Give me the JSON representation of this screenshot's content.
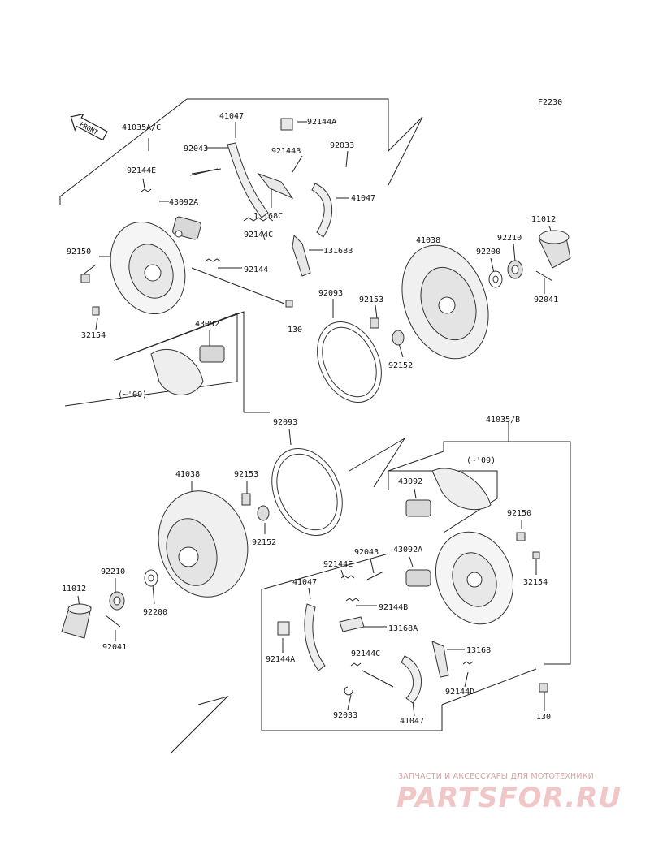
{
  "diagram": {
    "figure_code": "F2230",
    "front_label": "FRONT",
    "upper_group": {
      "assembly": "41035A/C",
      "version_note": "(~'09)",
      "labels": [
        "41047",
        "92144A",
        "92043",
        "92144B",
        "92033",
        "92144E",
        "41047",
        "43092A",
        "13168C",
        "92144C",
        "13168B",
        "92150",
        "92144",
        "92093",
        "92153",
        "130",
        "32154",
        "43092",
        "41038",
        "92200",
        "92210",
        "11012",
        "92041",
        "92152"
      ]
    },
    "lower_group": {
      "assembly": "41035/B",
      "version_note": "(~'09)",
      "labels": [
        "92093",
        "41038",
        "92153",
        "92152",
        "43092",
        "92150",
        "32154",
        "43092A",
        "92043",
        "92144E",
        "41047",
        "92144B",
        "13168A",
        "92144A",
        "92144C",
        "13168",
        "92144D",
        "92033",
        "41047",
        "130",
        "92210",
        "92200",
        "11012",
        "92041"
      ]
    }
  },
  "watermark": {
    "tagline": "ЗАПЧАСТИ И АКСЕССУАРЫ ДЛЯ МОТОТЕХНИКИ",
    "logo": "PARTSFOR.RU"
  },
  "colors": {
    "line": "#222222",
    "part_fill": "#e8e8e8",
    "watermark": "#f1c6c6"
  }
}
